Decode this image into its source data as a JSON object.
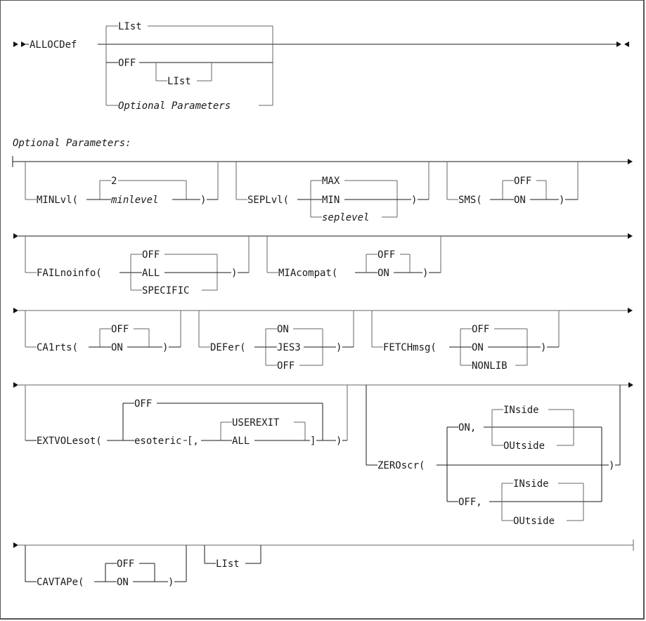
{
  "diagram": {
    "type": "syntax-railroad",
    "main": {
      "command": "ALLOCDef",
      "options": [
        "LIst",
        "OFF",
        "LIst",
        "Optional Parameters"
      ]
    },
    "section_title": "Optional Parameters:",
    "params": {
      "minlvl": {
        "keyword": "MINLvl(",
        "default": "2",
        "variable": "minlevel",
        "close": ")"
      },
      "seplvl": {
        "keyword": "SEPLvl(",
        "options": [
          "MAX",
          "MIN",
          "seplevel"
        ],
        "close": ")"
      },
      "sms": {
        "keyword": "SMS(",
        "options": [
          "OFF",
          "ON"
        ],
        "close": ")"
      },
      "failnoinfo": {
        "keyword": "FAILnoinfo(",
        "options": [
          "OFF",
          "ALL",
          "SPECIFIC"
        ],
        "close": ")"
      },
      "miacompat": {
        "keyword": "MIAcompat(",
        "options": [
          "OFF",
          "ON"
        ],
        "close": ")"
      },
      "calrts": {
        "keyword": "CA1rts(",
        "options": [
          "OFF",
          "ON"
        ],
        "close": ")"
      },
      "defer": {
        "keyword": "DEFer(",
        "options": [
          "ON",
          "JES3",
          "OFF"
        ],
        "close": ")"
      },
      "fetchmsg": {
        "keyword": "FETCHmsg(",
        "options": [
          "OFF",
          "ON",
          "NONLIB"
        ],
        "close": ")"
      },
      "extvolesot": {
        "keyword": "EXTVOLesot(",
        "off": "OFF",
        "esoteric": "esoteric",
        "bracket_open": "[,",
        "sub_options": [
          "USEREXIT",
          "ALL"
        ],
        "bracket_close": "]",
        "close": ")"
      },
      "zeroscr": {
        "keyword": "ZEROscr(",
        "on": "ON,",
        "off": "OFF,",
        "on_options": [
          "INside",
          "OUtside"
        ],
        "off_options": [
          "INside",
          "OUtside"
        ],
        "close": ")"
      },
      "cavtape": {
        "keyword": "CAVTAPe(",
        "options": [
          "OFF",
          "ON"
        ],
        "close": ")"
      },
      "list": {
        "keyword": "LIst"
      }
    }
  }
}
